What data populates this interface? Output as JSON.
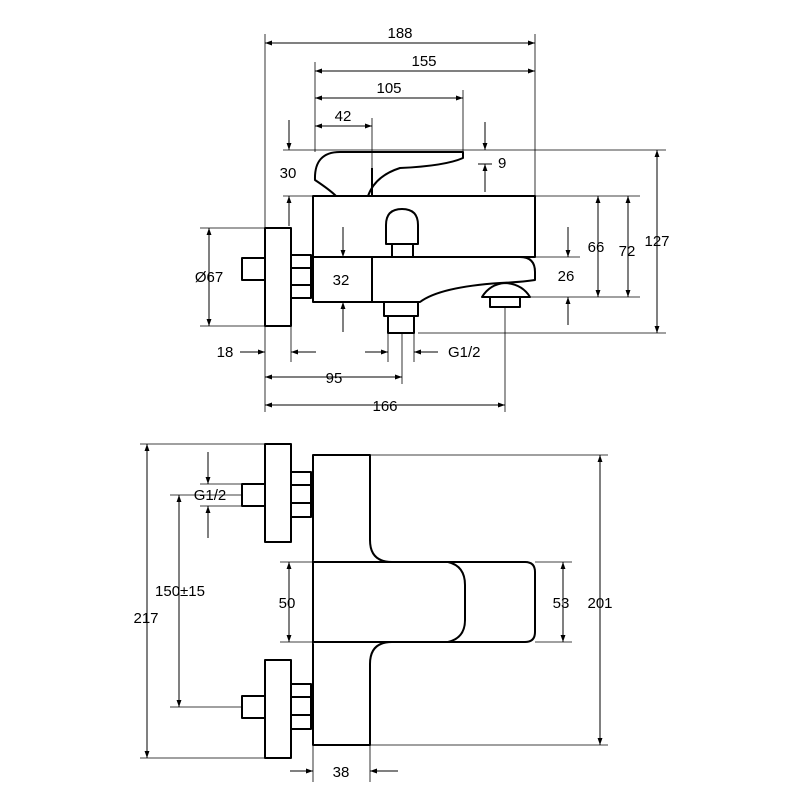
{
  "drawing": {
    "top_view": {
      "dimensions": {
        "overall_length": "188",
        "body_length": "155",
        "lever_reach": "105",
        "lever_pivot": "42",
        "lever_height": "30",
        "lever_tip": "9",
        "spout_drop": "26",
        "body_to_spout": "66",
        "diverter_to_spout": "72",
        "total_height": "127",
        "flange_diameter": "Ø67",
        "body_diameter": "32",
        "flange_depth": "18",
        "outlet_distance": "95",
        "total_depth": "166",
        "outlet_thread": "G1/2"
      }
    },
    "front_view": {
      "dimensions": {
        "inlet_thread": "G1/2",
        "inlet_spacing": "150±15",
        "overall_width": "217",
        "body_width": "201",
        "handle_height": "50",
        "spout_height": "53",
        "body_depth": "38"
      }
    }
  }
}
